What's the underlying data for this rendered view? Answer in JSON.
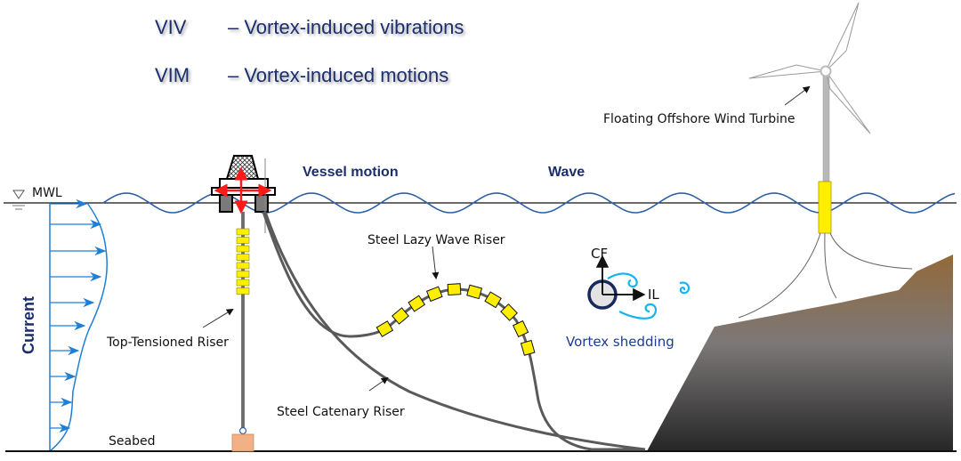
{
  "legend": {
    "items": [
      {
        "abbr": "VIV",
        "desc": "– Vortex-induced vibrations"
      },
      {
        "abbr": "VIM",
        "desc": "– Vortex-induced motions"
      }
    ]
  },
  "labels": {
    "mwl": "MWL",
    "current": "Current",
    "seabed": "Seabed",
    "vessel_motion": "Vessel motion",
    "wave": "Wave",
    "fowt": "Floating Offshore Wind Turbine",
    "ttr": "Top-Tensioned Riser",
    "slwr": "Steel Lazy Wave Riser",
    "scr": "Steel Catenary Riser",
    "vortex_shedding": "Vortex shedding",
    "cf": "CF",
    "il": "IL"
  },
  "colors": {
    "title_blue": "#1a2e6e",
    "current_blue": "#1f7fd6",
    "wave_blue": "#2e5fa6",
    "buoyancy_yellow": "#ffee00",
    "riser_gray": "#5a5a5a",
    "motion_red": "#ff1a1a",
    "vortex_cyan": "#14b4f0",
    "anchor_orange": "#f2b184",
    "slope_top": "#93693a",
    "slope_bottom": "#262626"
  }
}
